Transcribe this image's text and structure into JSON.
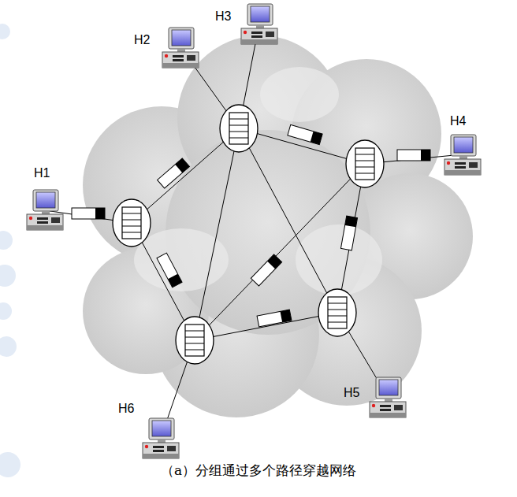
{
  "diagram": {
    "caption": "（a）分组通过多个路径穿越网络",
    "nodes": [
      {
        "text": [
          "H3"
        ]
      },
      {
        "text": [
          "H2"
        ]
      },
      {
        "text": [
          "H4"
        ]
      },
      {
        "text": [
          "H1"
        ]
      },
      {
        "text": [
          "H5"
        ]
      },
      {
        "text": [
          "H6"
        ]
      }
    ]
  }
}
